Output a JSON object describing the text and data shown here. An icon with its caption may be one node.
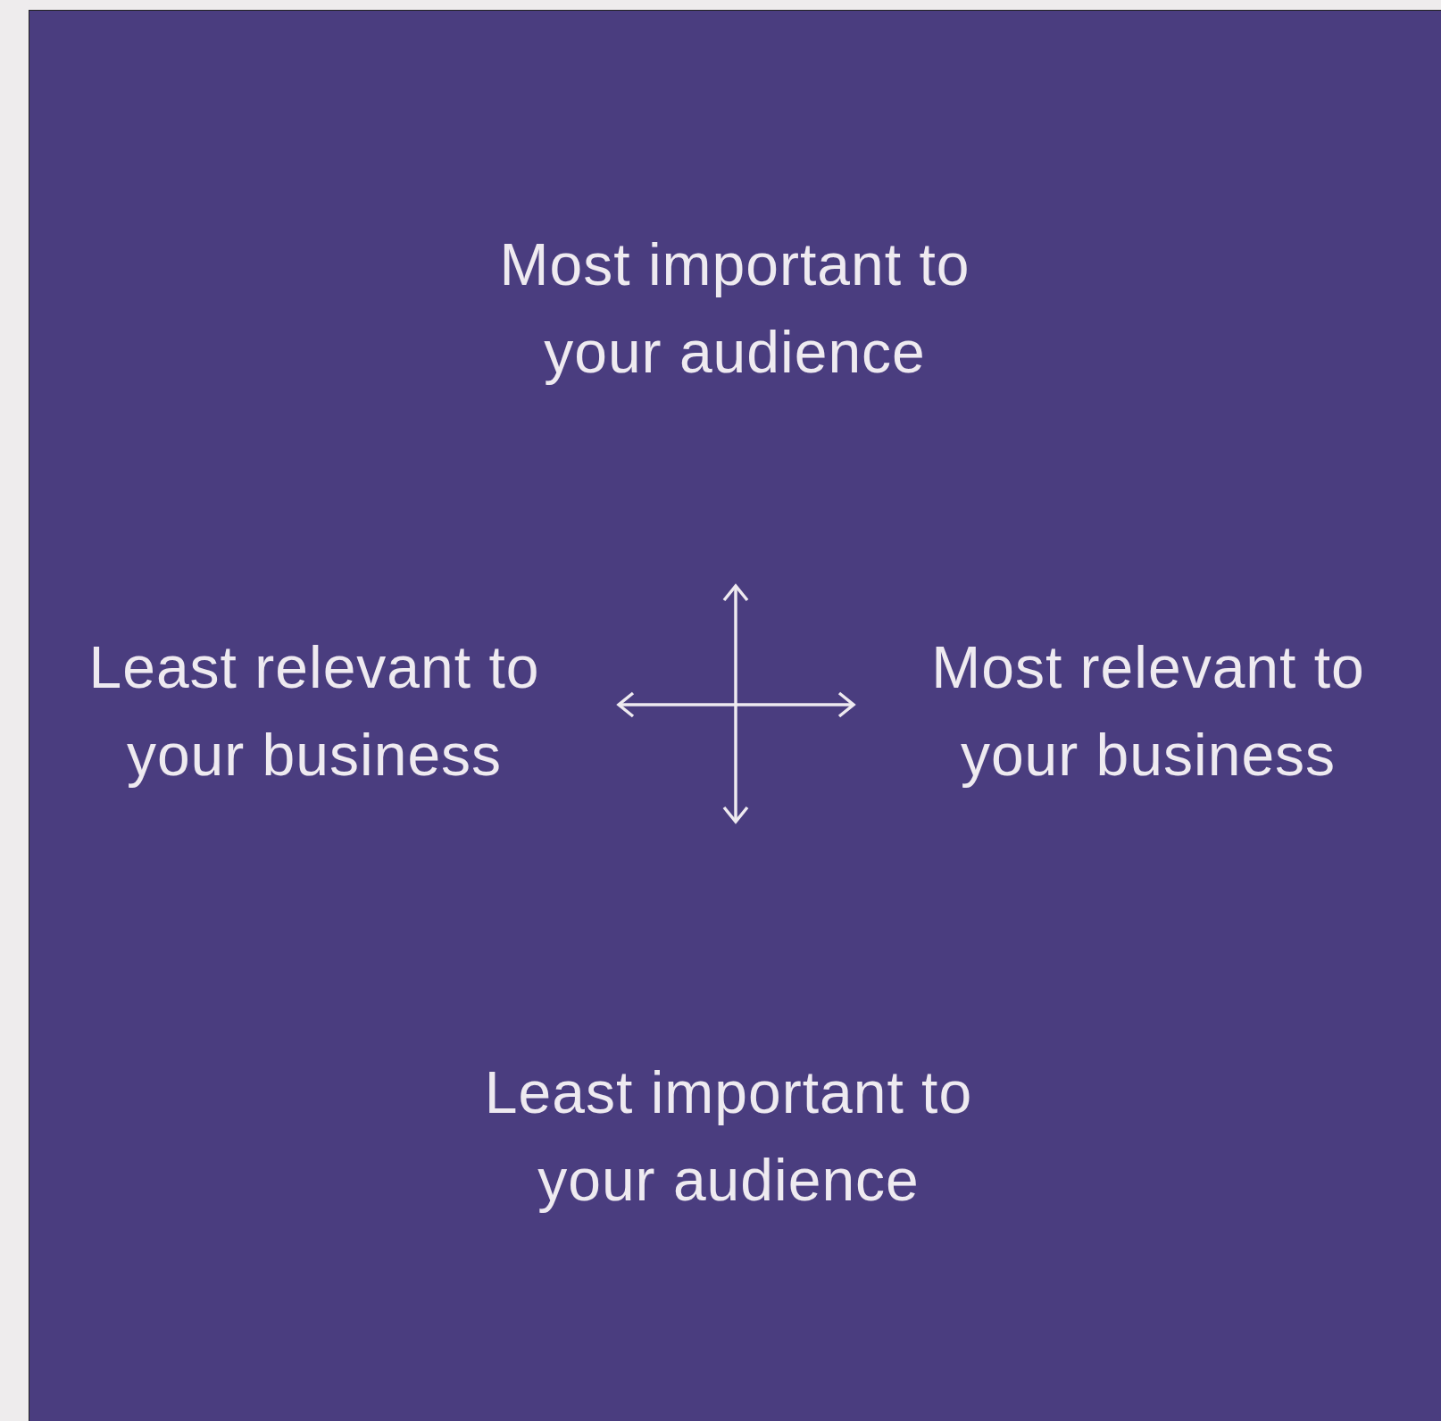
{
  "diagram": {
    "labels": [
      "Most important to your audience",
      "Least relevant to your business",
      "Most relevant to your business",
      "Least important to your audience"
    ]
  }
}
